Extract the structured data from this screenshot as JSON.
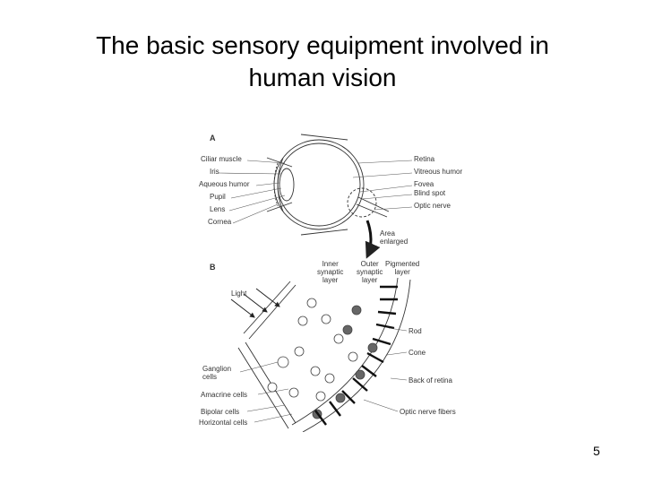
{
  "slide": {
    "title_line1": "The basic sensory equipment involved in",
    "title_line2": "human vision",
    "page_number": "5"
  },
  "figure": {
    "panel_a": "A",
    "panel_b": "B",
    "left_labels_a": [
      "Ciliar muscle",
      "Iris",
      "Aqueous humor",
      "Pupil",
      "Lens",
      "Cornea"
    ],
    "right_labels_a": [
      "Retina",
      "Vitreous humor",
      "Fovea",
      "Blind spot",
      "Optic nerve"
    ],
    "area_enlarged": [
      "Area",
      "enlarged"
    ],
    "inner_layer": [
      "Inner",
      "synaptic",
      "layer"
    ],
    "outer_layer": [
      "Outer",
      "synaptic",
      "layer"
    ],
    "pigmented_layer": [
      "Pigmented",
      "layer"
    ],
    "light": "Light",
    "right_labels_b": [
      "Rod",
      "Cone",
      "Back of retina",
      "Optic nerve fibers"
    ],
    "left_labels_b": [
      "Ganglion",
      "cells",
      "Amacrine cells",
      "Bipolar cells",
      "Horizontal cells"
    ]
  }
}
